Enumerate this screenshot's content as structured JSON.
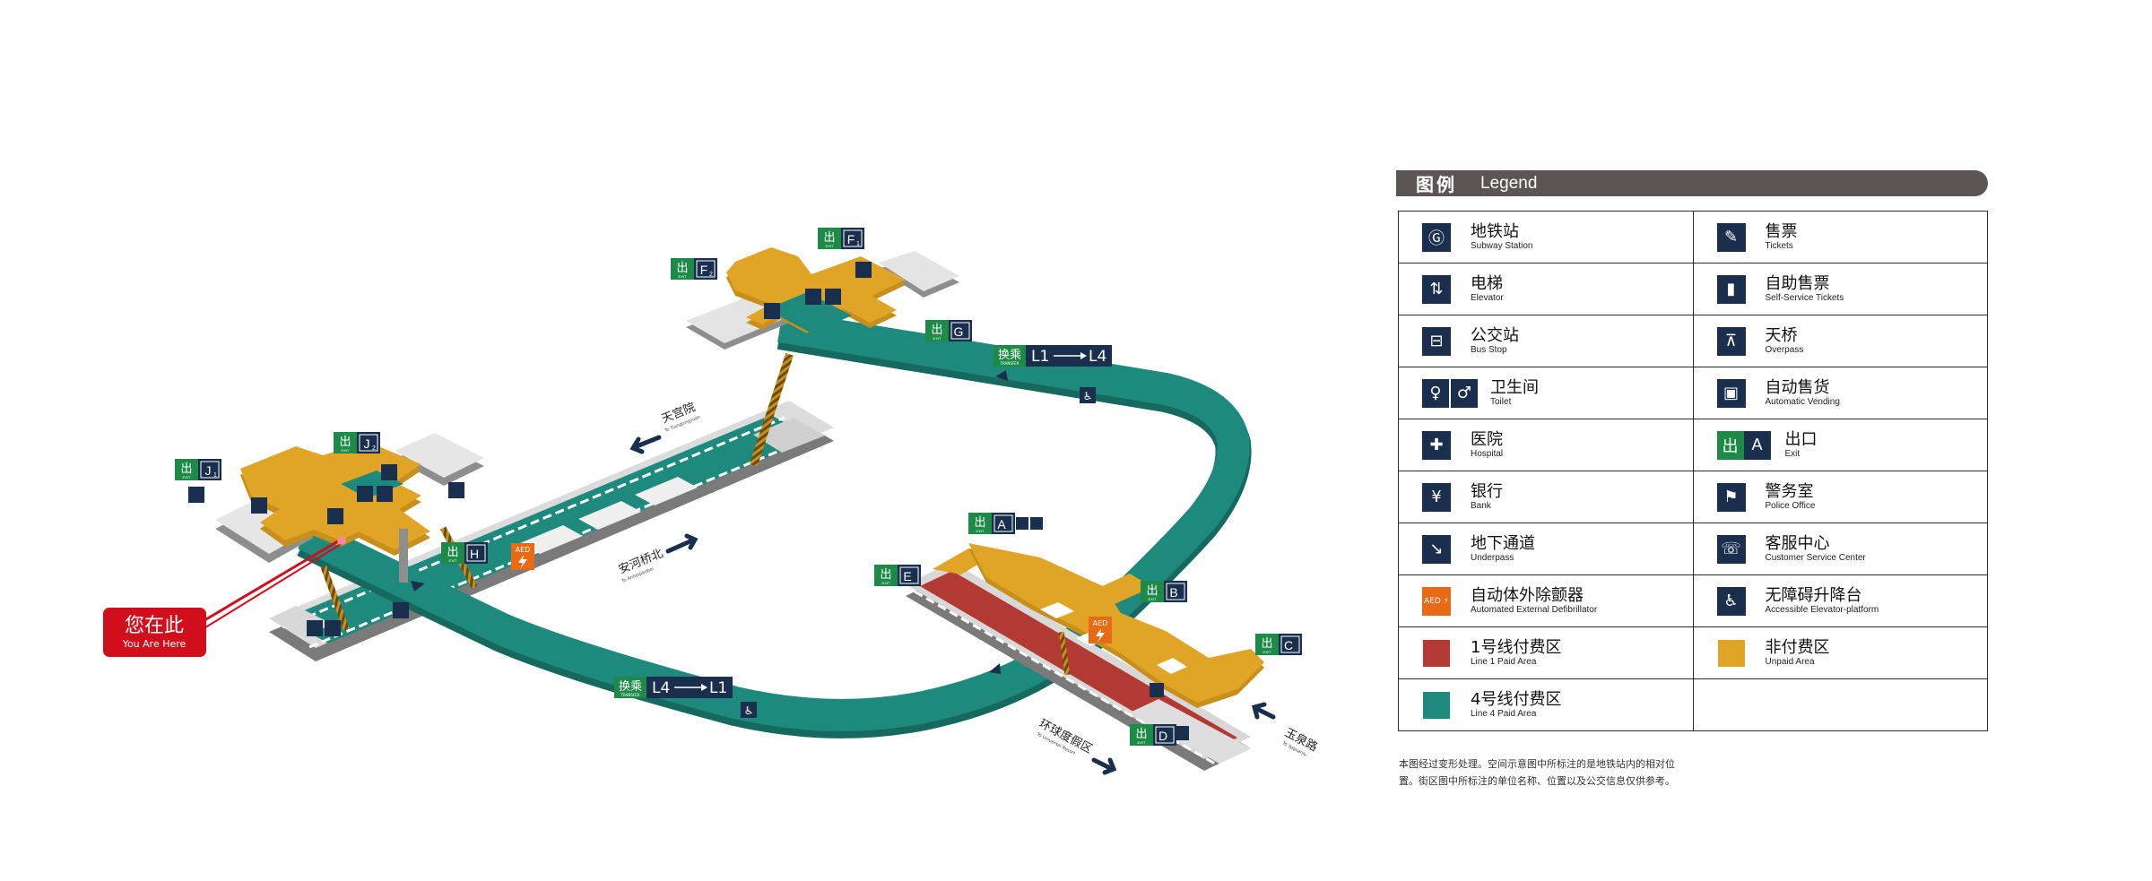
{
  "map": {
    "colors": {
      "line1_paid": "#b33a32",
      "line4_paid": "#1e8a7e",
      "unpaid": "#e0a526",
      "platform_white": "#e6e6e6",
      "exit_green": "#1e8a48",
      "navy": "#1a2f4e",
      "here_red": "#d10f1c"
    },
    "exits": [
      {
        "id": "A",
        "label": "A"
      },
      {
        "id": "B",
        "label": "B"
      },
      {
        "id": "C",
        "label": "C"
      },
      {
        "id": "D",
        "label": "D"
      },
      {
        "id": "E",
        "label": "E"
      },
      {
        "id": "F1",
        "label": "F",
        "sub": "1"
      },
      {
        "id": "F2",
        "label": "F",
        "sub": "2"
      },
      {
        "id": "G",
        "label": "G"
      },
      {
        "id": "H",
        "label": "H"
      },
      {
        "id": "J1",
        "label": "J",
        "sub": "1"
      },
      {
        "id": "J2",
        "label": "J",
        "sub": "2"
      }
    ],
    "exit_sign_text": "出",
    "exit_sign_sub": "EXIT",
    "transfer_top": {
      "zh": "换乘",
      "en": "TRANSFER",
      "from": "L1",
      "to": "L4"
    },
    "transfer_bottom": {
      "zh": "换乘",
      "en": "TRANSFER",
      "from": "L4",
      "to": "L1"
    },
    "directions": [
      {
        "id": "tianguanyuan",
        "zh": "天宫院",
        "en": "To Tiangongyuan"
      },
      {
        "id": "anheqiaobei",
        "zh": "安河桥北",
        "en": "To Anheqiaobei"
      },
      {
        "id": "yuquanlu",
        "zh": "玉泉路",
        "en": "To Yuquanlu"
      },
      {
        "id": "huanqiu",
        "zh": "环球度假区",
        "en": "To Universal Resort"
      }
    ],
    "aed": "AED",
    "you_are_here": {
      "zh": "您在此",
      "en": "You Are Here"
    }
  },
  "legend": {
    "title_zh": "图例",
    "title_en": "Legend",
    "rows": [
      [
        {
          "icon": "subway-station-icon",
          "zh": "地铁站",
          "en": "Subway Station"
        },
        {
          "icon": "tickets-icon",
          "zh": "售票",
          "en": "Tickets"
        }
      ],
      [
        {
          "icon": "elevator-icon",
          "zh": "电梯",
          "en": "Elevator"
        },
        {
          "icon": "self-service-tickets-icon",
          "zh": "自助售票",
          "en": "Self-Service Tickets"
        }
      ],
      [
        {
          "icon": "bus-stop-icon",
          "zh": "公交站",
          "en": "Bus Stop"
        },
        {
          "icon": "overpass-icon",
          "zh": "天桥",
          "en": "Overpass"
        }
      ],
      [
        {
          "icon": "toilet-icon",
          "zh": "卫生间",
          "en": "Toilet"
        },
        {
          "icon": "vending-icon",
          "zh": "自动售货",
          "en": "Automatic Vending"
        }
      ],
      [
        {
          "icon": "hospital-icon",
          "zh": "医院",
          "en": "Hospital"
        },
        {
          "icon": "exit-icon",
          "zh": "出口",
          "en": "Exit",
          "exit_letter": "A"
        }
      ],
      [
        {
          "icon": "bank-icon",
          "zh": "银行",
          "en": "Bank"
        },
        {
          "icon": "police-icon",
          "zh": "警务室",
          "en": "Police Office"
        }
      ],
      [
        {
          "icon": "underpass-icon",
          "zh": "地下通道",
          "en": "Underpass"
        },
        {
          "icon": "customer-service-icon",
          "zh": "客服中心",
          "en": "Customer Service Center"
        }
      ],
      [
        {
          "icon": "aed-icon",
          "zh": "自动体外除颤器",
          "en": "Automated External Defibrillator"
        },
        {
          "icon": "accessible-platform-icon",
          "zh": "无障碍升降台",
          "en": "Accessible Elevator-platform"
        }
      ],
      [
        {
          "icon": "line1-paid-swatch",
          "zh": "1号线付费区",
          "en": "Line 1 Paid Area",
          "color": "#b33a32"
        },
        {
          "icon": "unpaid-swatch",
          "zh": "非付费区",
          "en": "Unpaid Area",
          "color": "#e0a526"
        }
      ],
      [
        {
          "icon": "line4-paid-swatch",
          "zh": "4号线付费区",
          "en": "Line 4 Paid Area",
          "color": "#1e8a7e"
        },
        null
      ]
    ]
  },
  "note": "本图经过变形处理。空间示意图中所标注的是地铁站内的相对位置。街区图中所标注的单位名称、位置以及公交信息仅供参考。"
}
